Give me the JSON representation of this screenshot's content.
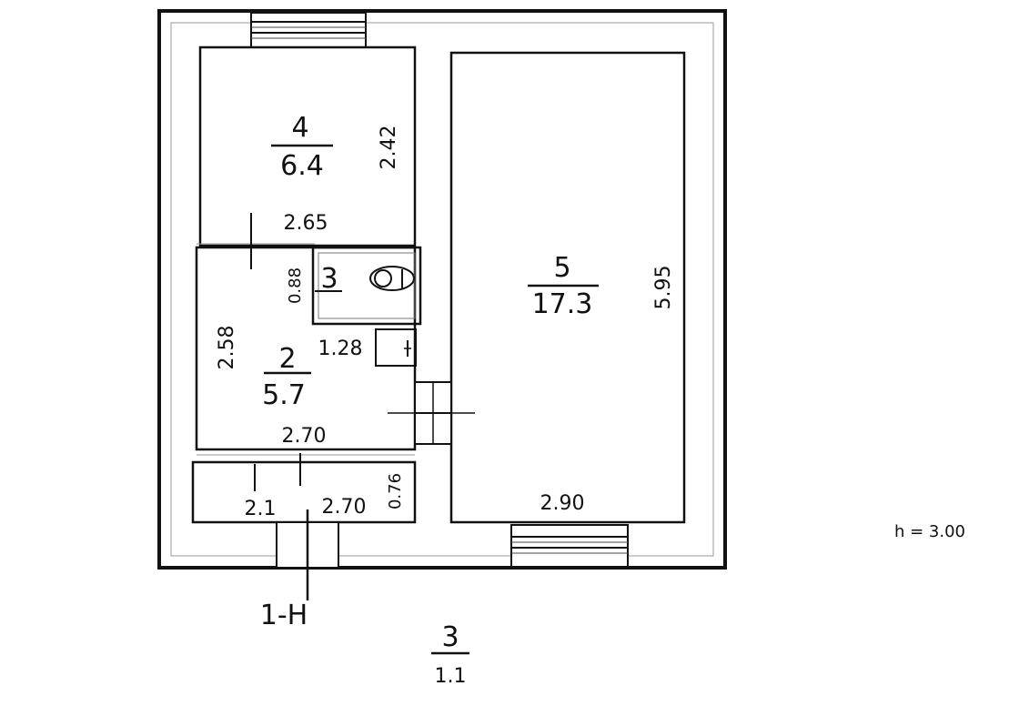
{
  "rooms": [
    {
      "number": "4",
      "area": "6.4"
    },
    {
      "number": "5",
      "area": "17.3"
    },
    {
      "number": "3"
    },
    {
      "number": "2",
      "area": "5.7"
    },
    {
      "number": "2.1"
    }
  ],
  "dimensions": {
    "room4_height": "2.42",
    "room4_width": "2.65",
    "room5_height": "5.95",
    "room5_width": "2.90",
    "room3_height": "0.88",
    "room3_width": "1.28",
    "room2_height": "2.58",
    "room2_width": "2.70",
    "vestibule_width": "2.70",
    "vestibule_height": "0.76"
  },
  "entrance_label": "1-H",
  "apartment": {
    "number": "3",
    "sub": "1.1"
  },
  "ceiling_height": "h = 3.00"
}
